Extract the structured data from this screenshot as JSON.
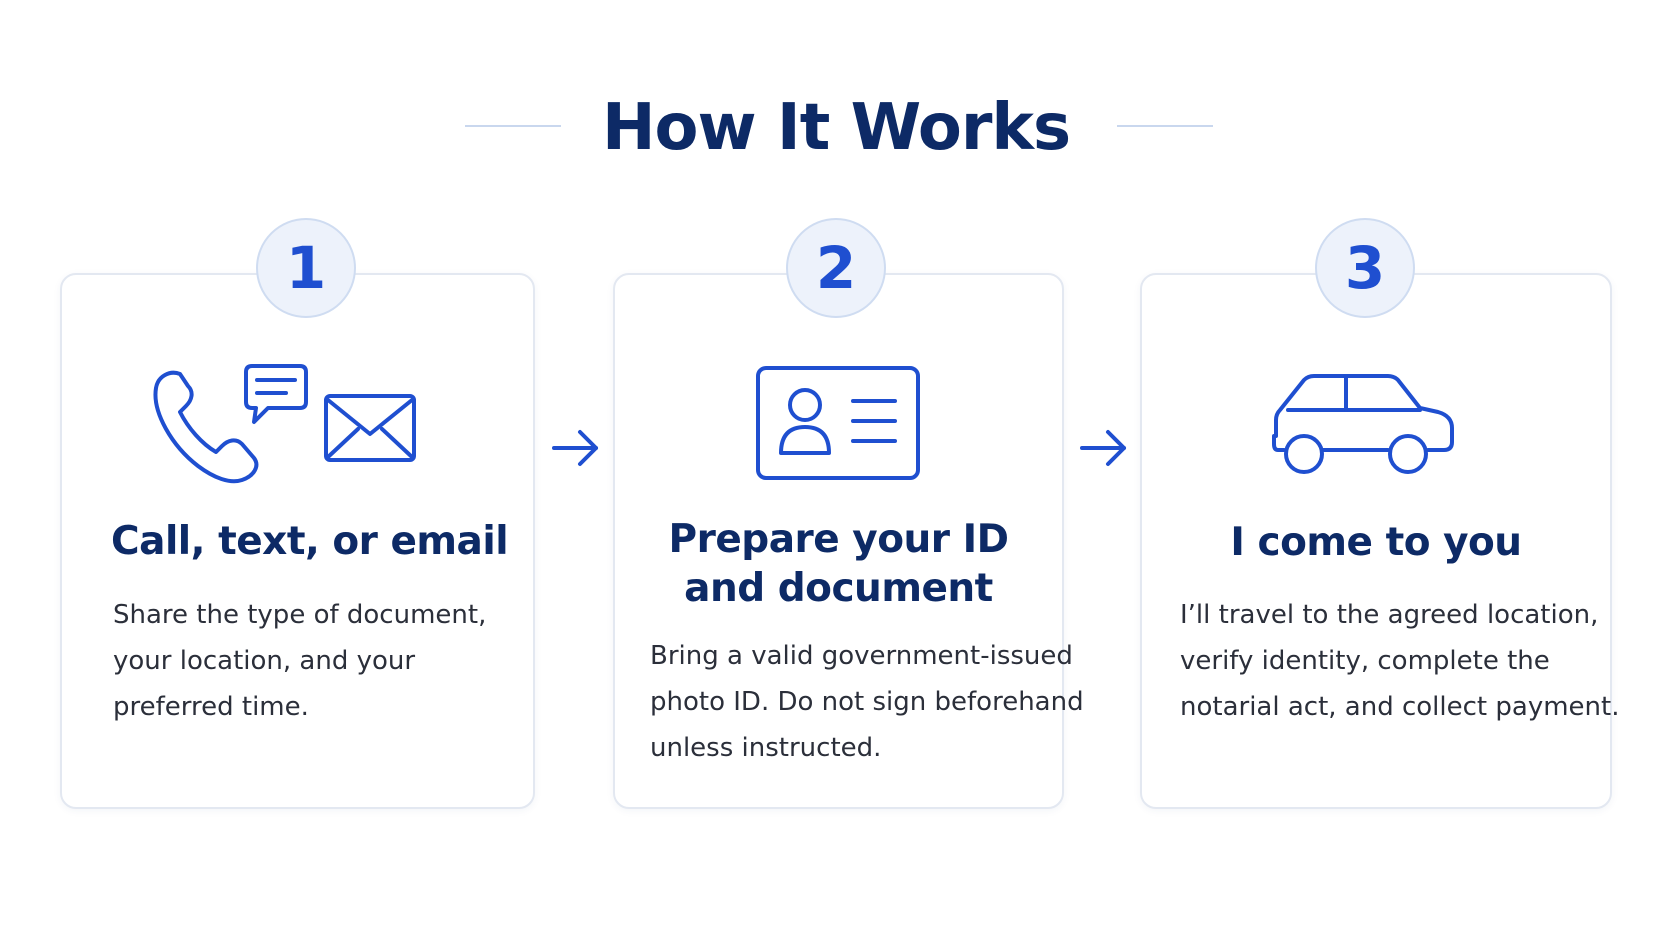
{
  "heading": {
    "title": "How It Works"
  },
  "colors": {
    "accent": "#1f4fd0",
    "heading": "#0d2a66",
    "body_text": "#2b2f3a",
    "card_border": "#e3e8f1",
    "badge_bg": "#edf2fb"
  },
  "steps": [
    {
      "number": "1",
      "icon": "phone-chat-envelope-icon",
      "title": "Call, text, or email",
      "description_lines": [
        "Share the type of document,",
        "your location, and your",
        "preferred time."
      ]
    },
    {
      "number": "2",
      "icon": "id-card-icon",
      "title_lines": [
        "Prepare your ID",
        "and document"
      ],
      "description_lines": [
        "Bring a valid government-issued",
        "photo ID. Do not sign beforehand",
        "unless instructed."
      ]
    },
    {
      "number": "3",
      "icon": "car-icon",
      "title": "I come to you",
      "description_lines": [
        "I’ll travel to the agreed location,",
        "verify identity, complete the",
        "notarial act, and collect payment."
      ]
    }
  ],
  "connectors": [
    "arrow-right-icon",
    "arrow-right-icon"
  ]
}
